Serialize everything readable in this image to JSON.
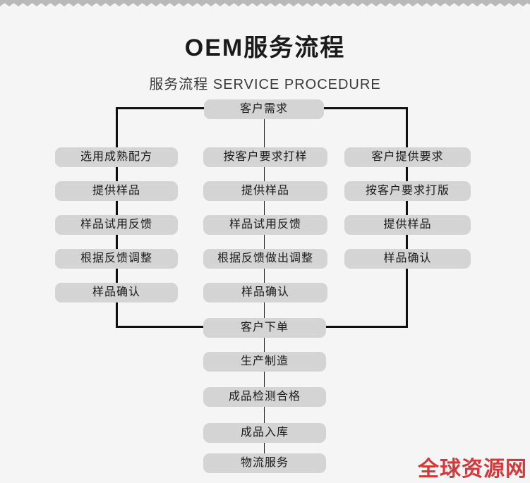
{
  "page": {
    "title": "OEM服务流程",
    "subtitle": "服务流程 SERVICE PROCEDURE",
    "watermark": "全球资源网"
  },
  "colors": {
    "background": "#f5f5f6",
    "node_fill": "#d4d4d4",
    "connector_line": "#101010",
    "text": "#1a1a1a",
    "watermark_red": "#d03a3c",
    "torn_edge_gray": "#b9b9b9"
  },
  "flow": {
    "top": "客户需求",
    "columns": {
      "left": [
        "选用成熟配方",
        "提供样品",
        "样品试用反馈",
        "根据反馈调整",
        "样品确认"
      ],
      "middle": [
        "按客户要求打样",
        "提供样品",
        "样品试用反馈",
        "根据反馈做出调整",
        "样品确认"
      ],
      "right": [
        "客户提供要求",
        "按客户要求打版",
        "提供样品",
        "样品确认"
      ]
    },
    "bottom": [
      "客户下单",
      "生产制造",
      "成品检测合格",
      "成品入库",
      "物流服务"
    ]
  }
}
